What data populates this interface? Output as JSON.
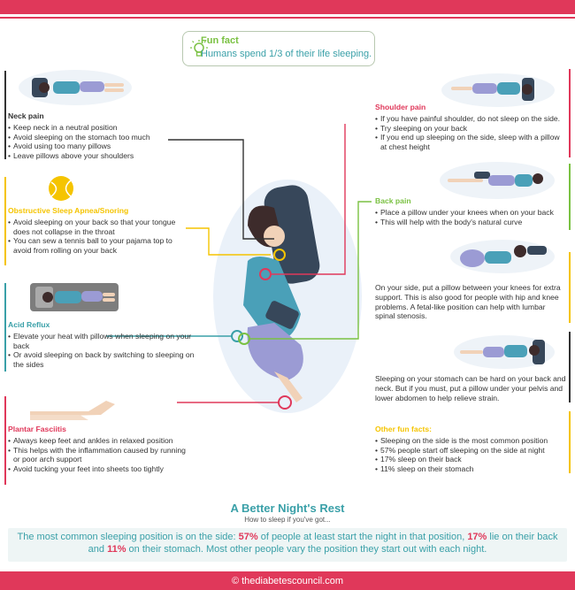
{
  "colors": {
    "accent_red": "#e0385a",
    "accent_teal": "#3aa0a8",
    "accent_green": "#7ac142",
    "accent_yellow": "#f5c400",
    "dark": "#333333"
  },
  "fun_fact": {
    "title": "Fun fact",
    "text": "Humans spend 1/3 of their life sleeping.",
    "icon": "lightbulb-icon"
  },
  "neck_pain": {
    "title": "Neck pain",
    "items": [
      "Keep neck in a neutral position",
      "Avoid sleeping on the stomach too much",
      "Avoid using too many pillows",
      "Leave pillows above your shoulders"
    ]
  },
  "sleep_apnea": {
    "title": "Obstructive Sleep Apnea/Snoring",
    "items": [
      "Avoid sleeping on your back so that your tongue does not collapse in the throat",
      "You can sew a tennis ball to your pajama top to avoid from rolling on your back"
    ]
  },
  "acid_reflux": {
    "title": "Acid Reflux",
    "items": [
      "Elevate your heat with pillows when sleeping on your back",
      "Or avoid sleeping on back by switching to sleeping on the sides"
    ]
  },
  "plantar": {
    "title": "Plantar Fasciitis",
    "items": [
      "Always keep feet and ankles in relaxed position",
      "This helps with the inflammation caused by running or poor arch support",
      "Avoid tucking your feet into sheets too tightly"
    ]
  },
  "shoulder_pain": {
    "title": "Shoulder pain",
    "items": [
      "If you have painful shoulder, do not sleep on the side.",
      "Try sleeping on your back",
      "If you end up sleeping on the side, sleep with a pillow at chest height"
    ]
  },
  "back_pain": {
    "title": "Back pain",
    "items": [
      "Place a pillow under your knees when on your back",
      "This will help with the body's natural curve"
    ]
  },
  "side_text": "On your side, put a pillow between your knees for extra support. This is also good for people with hip and knee problems. A fetal-like position can help with lumbar spinal stenosis.",
  "stomach_text": "Sleeping on your stomach can be hard on your back and neck. But if you must, put a pillow under your pelvis and lower abdomen to help relieve strain.",
  "other_facts": {
    "title": "Other fun facts:",
    "items": [
      "Sleeping on the side is the most common position",
      "57% people start off sleeping on the side at night",
      "17% sleep on their back",
      "11% sleep on their stomach"
    ]
  },
  "footer_block": {
    "title": "A Better Night's Rest",
    "subtitle": "How to sleep if you've got...",
    "summary_part1": "The most common sleeping position is on the side: ",
    "summary_pct1": "57%",
    "summary_part2": " of people at least start the night in that position, ",
    "summary_pct2": "17%",
    "summary_part3": " lie on their back and ",
    "summary_pct3": "11%",
    "summary_part4": " on their stomach. Most other people vary the position they start out with each night."
  },
  "source": "© thediabetescouncil.com"
}
